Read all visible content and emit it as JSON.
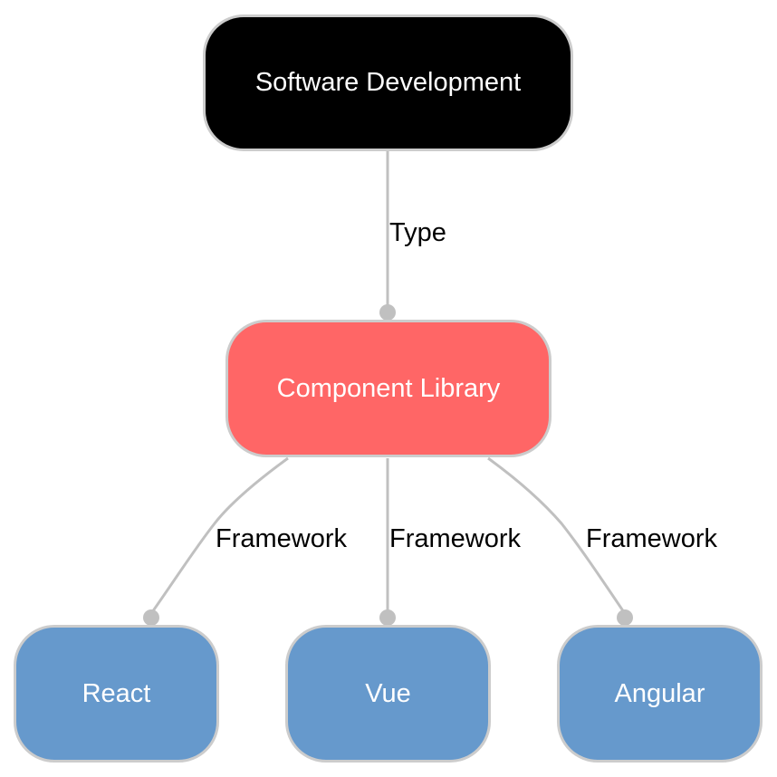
{
  "nodes": {
    "root": {
      "label": "Software Development",
      "color": "#000000"
    },
    "component_library": {
      "label": "Component Library",
      "color": "#ff6666"
    },
    "react": {
      "label": "React",
      "color": "#6699cc"
    },
    "vue": {
      "label": "Vue",
      "color": "#6699cc"
    },
    "angular": {
      "label": "Angular",
      "color": "#6699cc"
    }
  },
  "edges": {
    "type": {
      "label": "Type"
    },
    "framework_react": {
      "label": "Framework"
    },
    "framework_vue": {
      "label": "Framework"
    },
    "framework_angular": {
      "label": "Framework"
    }
  },
  "colors": {
    "edge": "#c0c0c0",
    "node_border": "#cccccc",
    "node_text": "#ffffff"
  }
}
